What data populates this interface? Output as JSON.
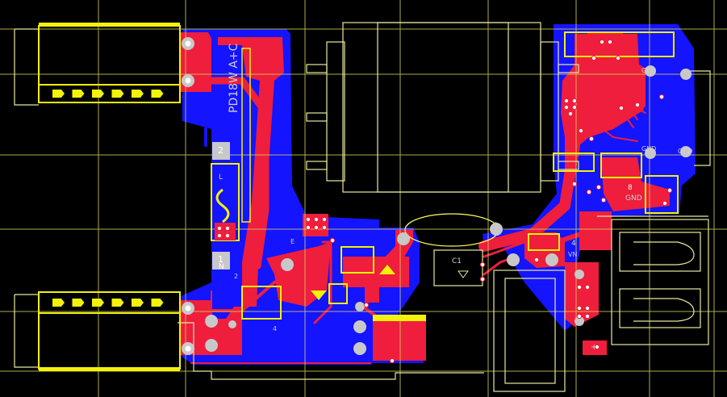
{
  "colors": {
    "background": "#000000",
    "bottom_copper": "#1414ff",
    "top_copper": "#ee1e3c",
    "silkscreen": "#f2f20a",
    "outline": "#e8e8a0",
    "crosshair": "#d8d85a",
    "pad": "#c8c8c8",
    "hole": "#ffffff"
  },
  "labels": {
    "board_title": "PD18W A+C",
    "conn_num_2": "2",
    "conn_num_1": "1",
    "conn_letter_l": "L",
    "conn_letter_n": "N",
    "gnd_top": "GND",
    "gnd_mid": "GND",
    "gnd_right": "GND",
    "gnd_usb": "GND",
    "pin_8": "8",
    "pin_4": "4",
    "pin_1": "1",
    "pin_g": "G",
    "pin_e": "E",
    "pin_vn": "VN",
    "pin_plus": "+",
    "opto_label": "C1",
    "pin_2b": "2",
    "pin_4b": "4"
  }
}
